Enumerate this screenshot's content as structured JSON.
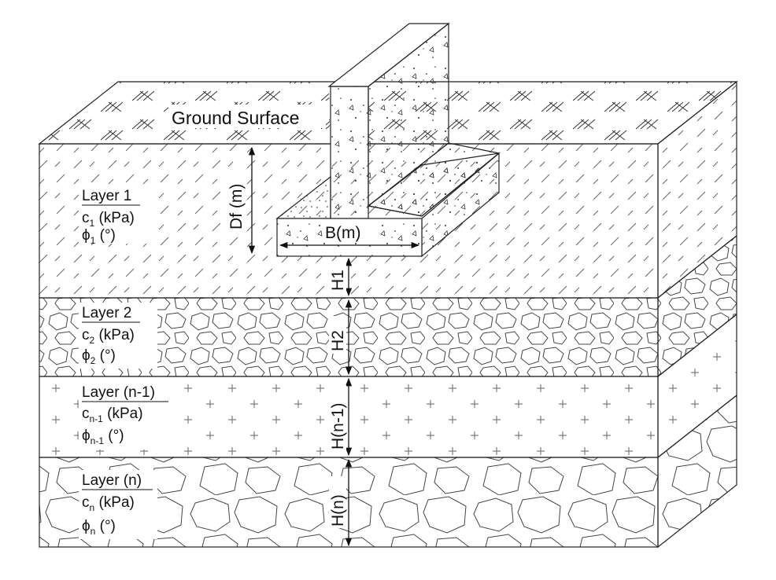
{
  "ground_surface": "Ground Surface",
  "foundation": {
    "depth_label": "Df (m)",
    "width_label": "B(m)"
  },
  "layers": [
    {
      "name": "Layer 1",
      "c_sym": "c",
      "c_sub": "1",
      "c_unit": " (kPa)",
      "phi_sym": "ϕ",
      "phi_sub": "1",
      "phi_unit": " (°)",
      "thickness": "H1"
    },
    {
      "name": "Layer 2",
      "c_sym": "c",
      "c_sub": "2",
      "c_unit": " (kPa)",
      "phi_sym": "ϕ",
      "phi_sub": "2",
      "phi_unit": " (°)",
      "thickness": "H2"
    },
    {
      "name": "Layer (n-1)",
      "c_sym": "c",
      "c_sub": "n-1",
      "c_unit": " (kPa)",
      "phi_sym": "ϕ",
      "phi_sub": "n-1",
      "phi_unit": " (°)",
      "thickness": "H(n-1)"
    },
    {
      "name": "Layer (n)",
      "c_sym": "c",
      "c_sub": "n",
      "c_unit": " (kPa)",
      "phi_sym": "ϕ",
      "phi_sub": "n",
      "phi_unit": " (°)",
      "thickness": "H(n)"
    }
  ],
  "colors": {
    "line": "#222222",
    "hatch": "#555555",
    "background": "#ffffff"
  }
}
